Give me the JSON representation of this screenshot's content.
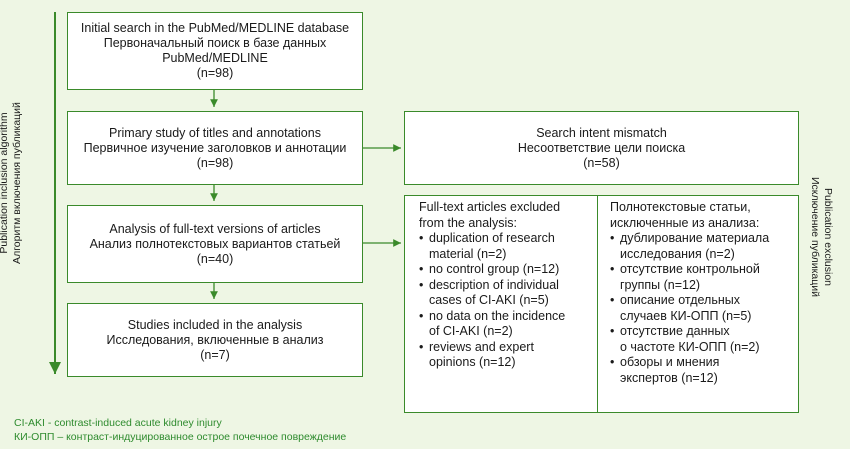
{
  "colors": {
    "accent": "#3a8a2a",
    "background": "#eef6e4",
    "footnote": "#2e8b2e"
  },
  "left_axis_label": {
    "en": "Publication inclusion algorithm",
    "ru": "Алгоритм включения публикаций"
  },
  "right_axis_label": {
    "en": "Publication exclusion",
    "ru": "Исключение публикаций"
  },
  "boxes": {
    "initial_search": {
      "en": "Initial search in the PubMed/MEDLINE database",
      "ru1": "Первоначальный поиск в базе данных",
      "ru2": "PubMed/MEDLINE",
      "n": "(n=98)"
    },
    "primary_study": {
      "en": "Primary study of titles and annotations",
      "ru": "Первичное изучение заголовков и аннотации",
      "n": "(n=98)"
    },
    "full_text": {
      "en": "Analysis of full-text versions of articles",
      "ru": "Анализ полнотекстовых вариантов статьей",
      "n": "(n=40)"
    },
    "included": {
      "en": "Studies included in the analysis",
      "ru": "Исследования, включенные в анализ",
      "n": "(n=7)"
    },
    "intent_mismatch": {
      "en": "Search intent mismatch",
      "ru": "Несоответствие цели поиска",
      "n": "(n=58)"
    }
  },
  "excluded_en": {
    "head1": "Full-text articles excluded",
    "head2": "from the analysis:",
    "items": [
      [
        "duplication of research",
        "material (n=2)"
      ],
      [
        "no control group (n=12)"
      ],
      [
        "description of individual",
        "cases of CI-AKI (n=5)"
      ],
      [
        "no data on the incidence",
        "of CI-AKI (n=2)"
      ],
      [
        "reviews and expert",
        "opinions (n=12)"
      ]
    ]
  },
  "excluded_ru": {
    "head1": "Полнотекстовые статьи,",
    "head2": "исключенные из анализа:",
    "items": [
      [
        "дублирование материала",
        "исследования (n=2)"
      ],
      [
        "отсутствие контрольной",
        "группы (n=12)"
      ],
      [
        "описание отдельных",
        "случаев КИ-ОПП (n=5)"
      ],
      [
        "отсутствие данных",
        "о частоте КИ-ОПП (n=2)"
      ],
      [
        "обзоры и мнения",
        "экспертов (n=12)"
      ]
    ]
  },
  "footnotes": [
    "CI-AKI - contrast-induced acute kidney injury",
    "КИ-ОПП – контраст-индуцированное острое почечное повреждение"
  ]
}
